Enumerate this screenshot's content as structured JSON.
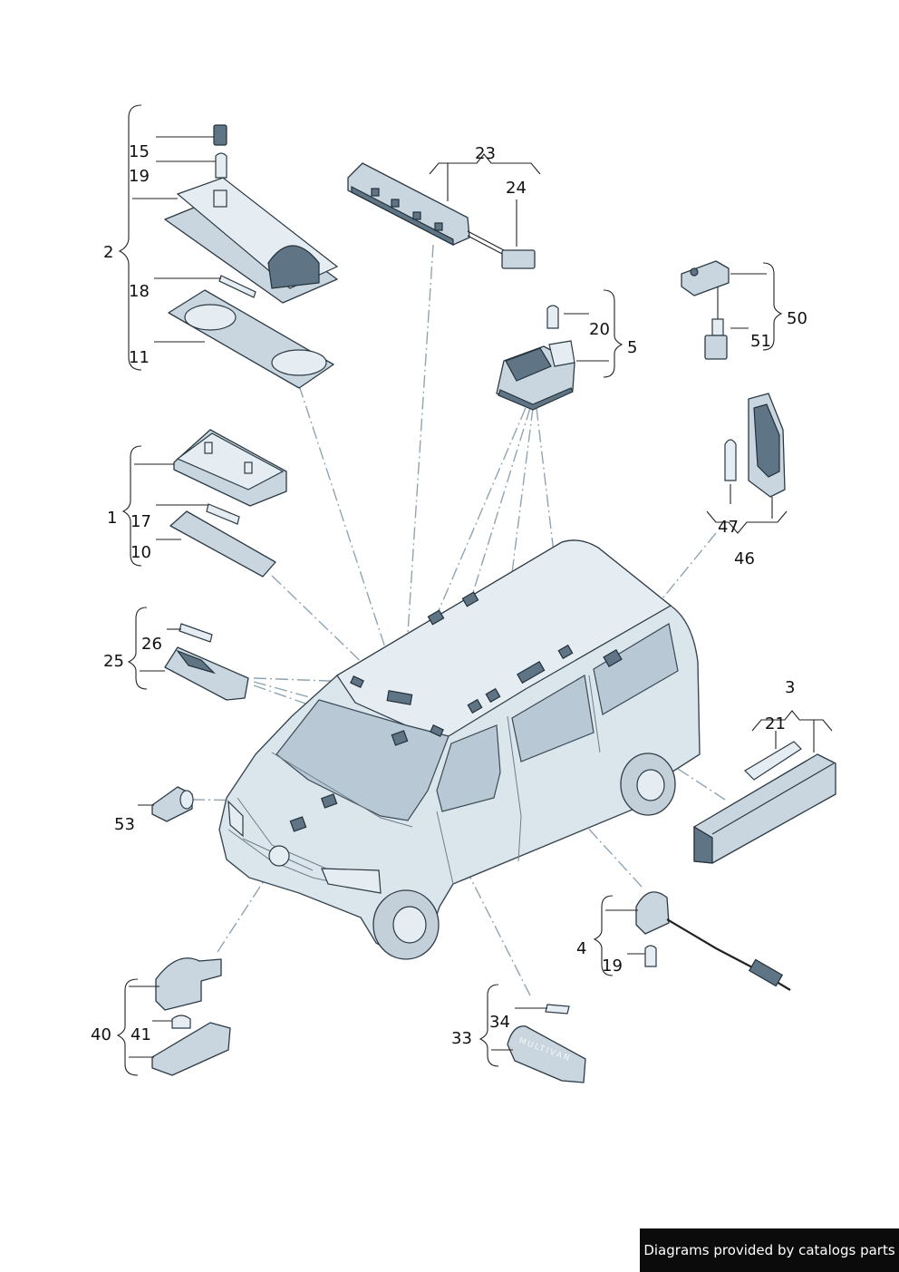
{
  "callouts": {
    "c15": "15",
    "c19a": "19",
    "c2": "2",
    "c18": "18",
    "c11": "11",
    "c23": "23",
    "c24": "24",
    "c20": "20",
    "c5": "5",
    "c50": "50",
    "c51": "51",
    "c47": "47",
    "c46": "46",
    "c1": "1",
    "c17": "17",
    "c10": "10",
    "c26": "26",
    "c25": "25",
    "c3": "3",
    "c21": "21",
    "c53": "53",
    "c4": "4",
    "c19b": "19",
    "c40": "40",
    "c41": "41",
    "c34": "34",
    "c33": "33"
  },
  "badge_text": "MULTIVAN",
  "footer": "Diagrams provided by catalogs parts",
  "colors": {
    "line": "#222222",
    "dash": "#8fa4b3",
    "part": "#c9d6df",
    "footer_bg": "#0b0b0b"
  }
}
